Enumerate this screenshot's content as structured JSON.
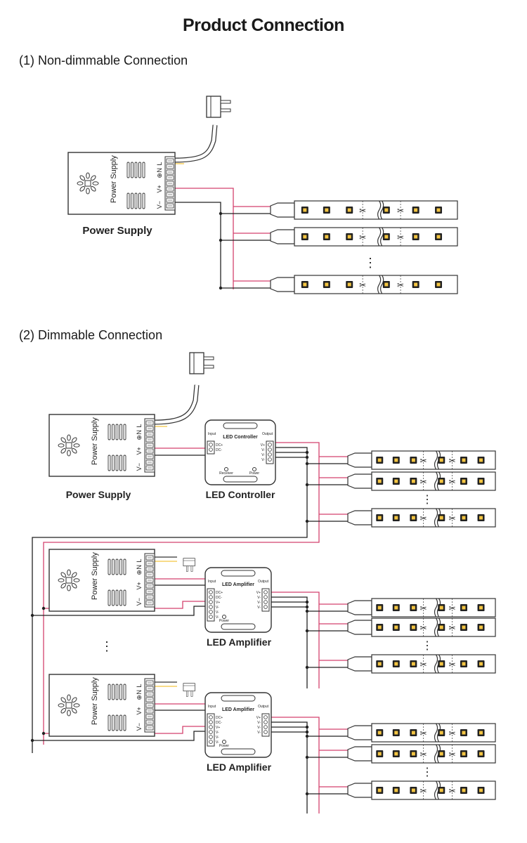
{
  "page": {
    "title": "Product Connection",
    "section1": "(1) Non-dimmable Connection",
    "section2": "(2) Dimmable Connection"
  },
  "labels": {
    "power_supply": "Power Supply",
    "led_controller": "LED Controller",
    "led_amplifier": "LED Amplifier",
    "psu_terminals": [
      "L",
      "N",
      "⊕",
      "V+",
      "V−"
    ],
    "controller_input": "Input",
    "controller_output": "Output",
    "controller_title": "LED Controller",
    "controller_dc_plus": "DC+",
    "controller_dc_minus": "DC-",
    "controller_receiver": "Receiver",
    "controller_power": "Power",
    "controller_out_pins": [
      "V+",
      "V-",
      "V-",
      "V-"
    ],
    "amp_title": "LED Amplifier",
    "amp_input": "Input",
    "amp_output": "Output",
    "amp_in_pins": [
      "DC+",
      "DC-",
      "V+",
      "V-",
      "V-",
      "V-"
    ],
    "amp_out_pins": [
      "V+",
      "V-",
      "V-",
      "V-"
    ],
    "amp_power": "Power",
    "ellipsis": "⋮"
  },
  "colors": {
    "wire_pos": "#d4426e",
    "wire_neg": "#222222",
    "outline": "#333333",
    "led_fill": "#f4c542"
  }
}
